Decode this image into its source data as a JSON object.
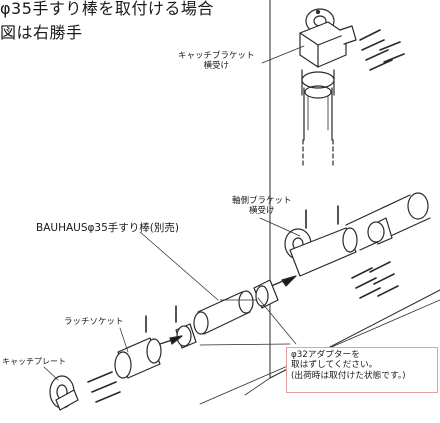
{
  "heading": {
    "line1": "φ35手すり棒を取付ける場合",
    "line2": "図は右勝手"
  },
  "labels": {
    "catch_bracket_line1": "キャッチブラケット",
    "catch_bracket_line2": "横受け",
    "axis_bracket_line1": "軸側ブラケット",
    "axis_bracket_line2": "横受け",
    "rod": "BAUHAUSφ35手すり棒(別売)",
    "latch_socket": "ラッチソケット",
    "catch_plate": "キャッチプレート"
  },
  "note": {
    "line1": "φ32アダプターを",
    "line2": "取はずしてください。",
    "line3": "(出荷時は取付けた状態です。)"
  },
  "colors": {
    "line": "#2a2a2a",
    "callout_border": "#e6a0a4",
    "arrow": "#1a1a1a"
  }
}
